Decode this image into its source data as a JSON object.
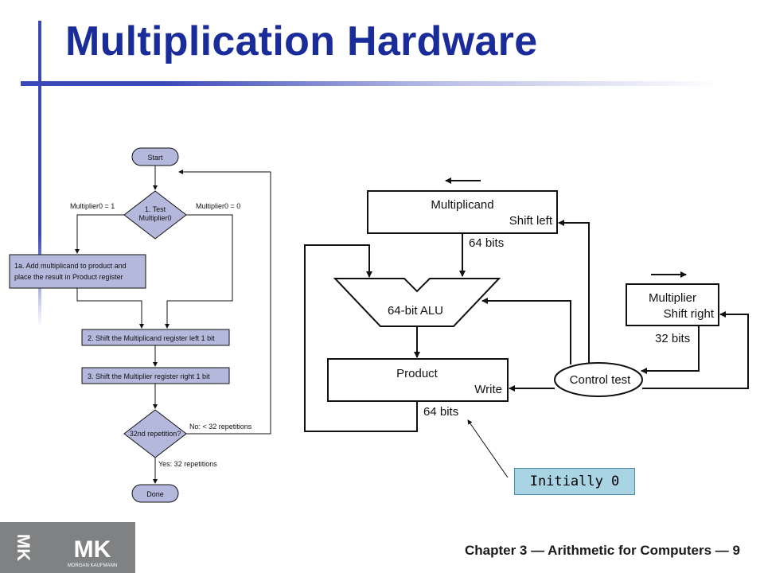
{
  "slide": {
    "title": "Multiplication Hardware",
    "footer": "Chapter 3 — Arithmetic for Computers — 9",
    "callout": "Initially 0"
  },
  "flowchart": {
    "start": "Start",
    "test_line1": "1.  Test",
    "test_line2": "Multiplier0",
    "branch_one": "Multiplier0 = 1",
    "branch_zero": "Multiplier0 = 0",
    "step_1a_line1": "1a.  Add multiplicand to product and",
    "step_1a_line2": "place the result in Product register",
    "step_2": "2.  Shift the Multiplicand register left 1 bit",
    "step_3": "3.  Shift the Multiplier register right 1 bit",
    "decision": "32nd repetition?",
    "no_label": "No: < 32 repetitions",
    "yes_label": "Yes: 32 repetitions",
    "done": "Done"
  },
  "hardware": {
    "multiplicand": "Multiplicand",
    "shift_left": "Shift left",
    "multiplicand_bits": "64 bits",
    "alu": "64-bit ALU",
    "product": "Product",
    "write": "Write",
    "product_bits": "64 bits",
    "multiplier": "Multiplier",
    "shift_right": "Shift right",
    "multiplier_bits": "32 bits",
    "control": "Control test"
  },
  "logo": {
    "text": "MK",
    "sub": "MORGAN KAUFMANN"
  },
  "colors": {
    "title": "#1a2b9a",
    "flow_fill": "#b3b8dc",
    "callout_fill": "#a8d4e4"
  }
}
